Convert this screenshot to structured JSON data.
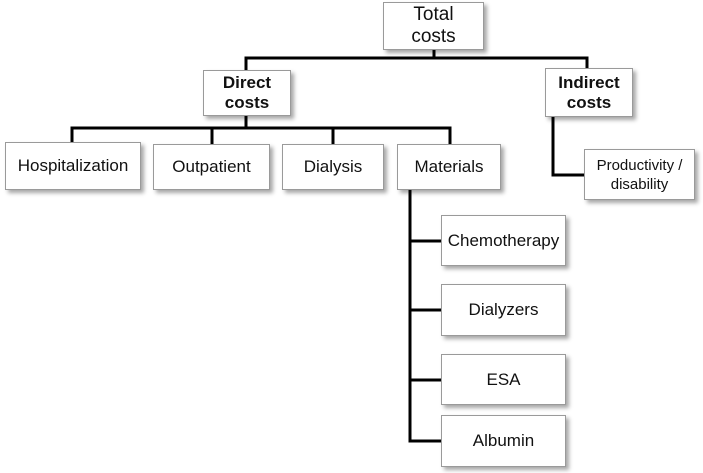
{
  "nodes": {
    "total": "Total\ncosts",
    "direct": "Direct\ncosts",
    "indirect": "Indirect\ncosts",
    "hospitalization": "Hospitalization",
    "outpatient": "Outpatient",
    "dialysis": "Dialysis",
    "materials": "Materials",
    "productivity": "Productivity  /\ndisability",
    "chemotherapy": "Chemotherapy",
    "dialyzers": "Dialyzers",
    "esa": "ESA",
    "albumin": "Albumin"
  }
}
